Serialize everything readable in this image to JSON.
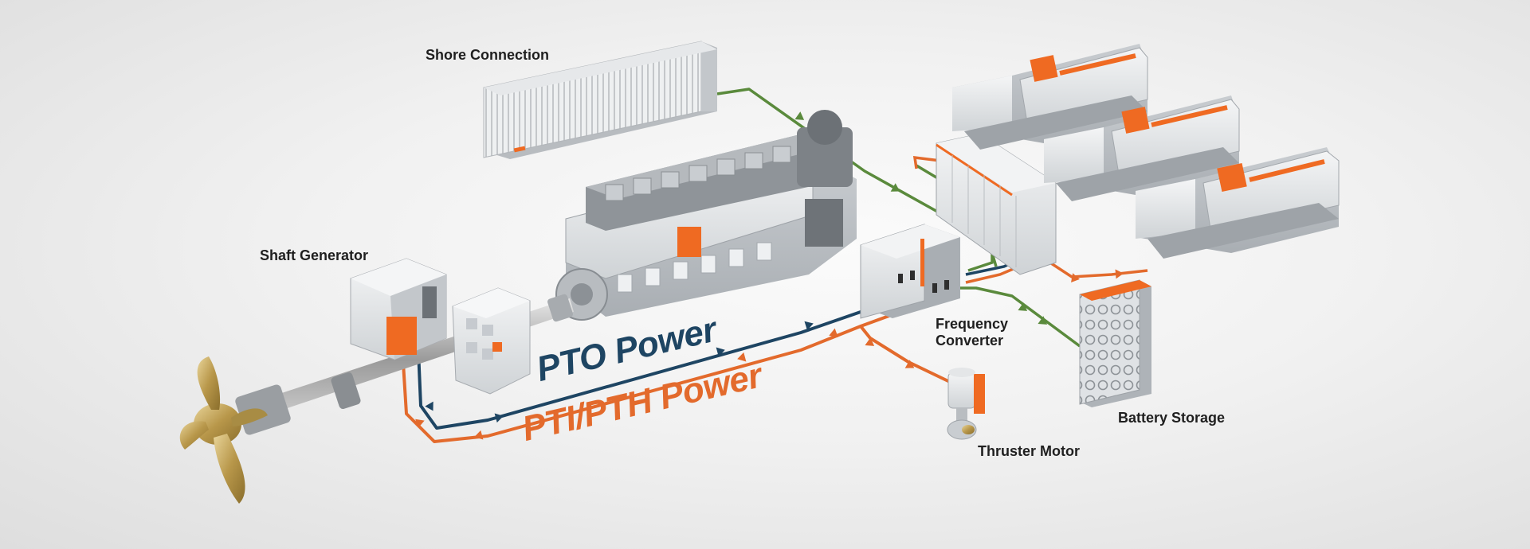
{
  "labels": {
    "shore_connection": "Shore Connection",
    "shaft_generator": "Shaft Generator",
    "frequency_converter_line1": "Frequency",
    "frequency_converter_line2": "Converter",
    "battery_storage": "Battery Storage",
    "thruster_motor": "Thruster Motor",
    "pto_power": "PTO Power",
    "pti_pth_power": "PTI/PTH Power"
  },
  "colors": {
    "pto_line": "#1e4563",
    "pti_line": "#e36a2c",
    "shore_line": "#5a8a3c",
    "accent_orange": "#ef6a22",
    "propeller_gold": "#bfa15a",
    "machinery_grey": "#d9dcdf"
  }
}
